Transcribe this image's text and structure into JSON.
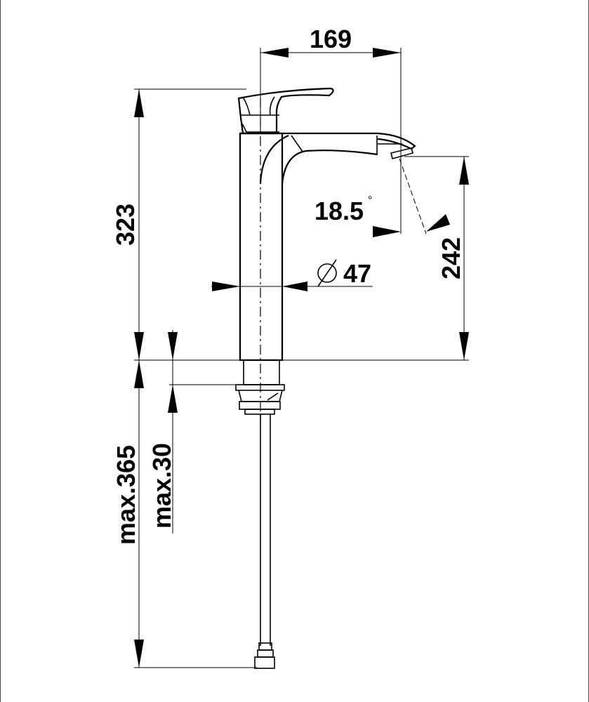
{
  "dimensions": {
    "spout_reach": "169",
    "total_height": "323",
    "spout_height": "242",
    "spout_angle": "18.5",
    "degree_symbol": "°",
    "body_diameter_symbol": "Ø",
    "body_diameter": "47",
    "max_mounting_depth": "max.365",
    "max_deck_thickness": "max.30"
  }
}
